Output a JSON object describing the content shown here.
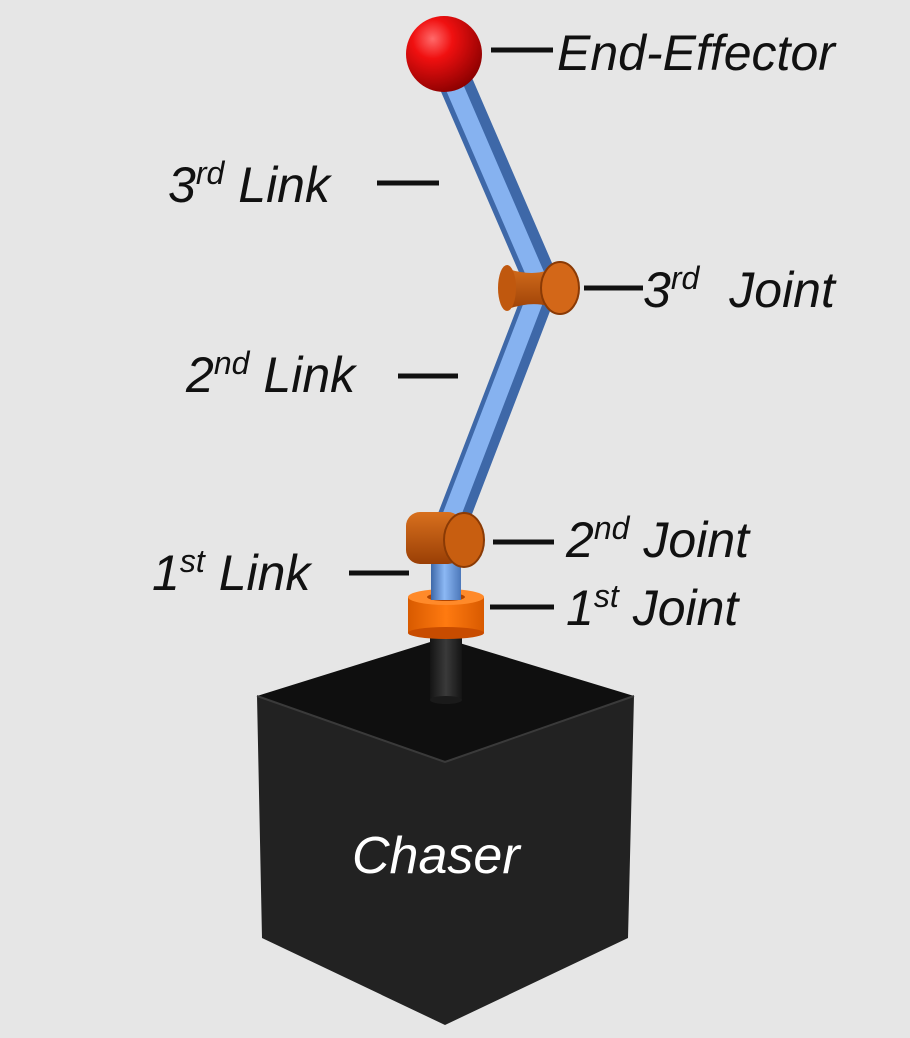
{
  "labels": {
    "end_effector": "End-Effector",
    "link3": {
      "num": "3",
      "sup": "rd",
      "text": "Link"
    },
    "joint3": {
      "num": "3",
      "sup": "rd",
      "text": "Joint"
    },
    "link2": {
      "num": "2",
      "sup": "nd",
      "text": "Link"
    },
    "joint2": {
      "num": "2",
      "sup": "nd",
      "text": "Joint"
    },
    "link1": {
      "num": "1",
      "sup": "st",
      "text": "Link"
    },
    "joint1": {
      "num": "1",
      "sup": "st",
      "text": "Joint"
    },
    "chaser": "Chaser"
  },
  "colors": {
    "background": "#e6e6e6",
    "link": "#6f9fe0",
    "joint": "#cc5a0a",
    "joint1": "#f06a06",
    "end_effector": "#e0141a",
    "chaser_front": "#222222",
    "chaser_top": "#0f0f0f",
    "label_text": "#111111"
  }
}
